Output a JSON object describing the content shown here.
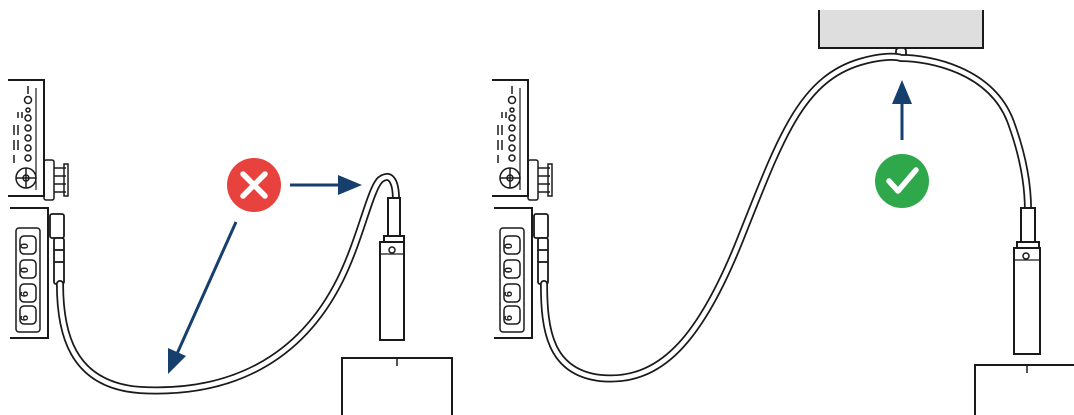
{
  "panels": [
    {
      "id": "incorrect",
      "status": "incorrect",
      "status_icon": "cross-icon",
      "status_color": "#e8423f",
      "arrow_color": "#163f6e"
    },
    {
      "id": "correct",
      "status": "correct",
      "status_icon": "check-icon",
      "status_color": "#2ea84a",
      "arrow_color": "#163f6e"
    }
  ],
  "device_panel_labels": [
    "6",
    "6",
    "0",
    "0"
  ],
  "colors": {
    "line": "#1a1a1a",
    "ceiling_fill": "#dedede",
    "cable_fill": "#ffffff"
  }
}
